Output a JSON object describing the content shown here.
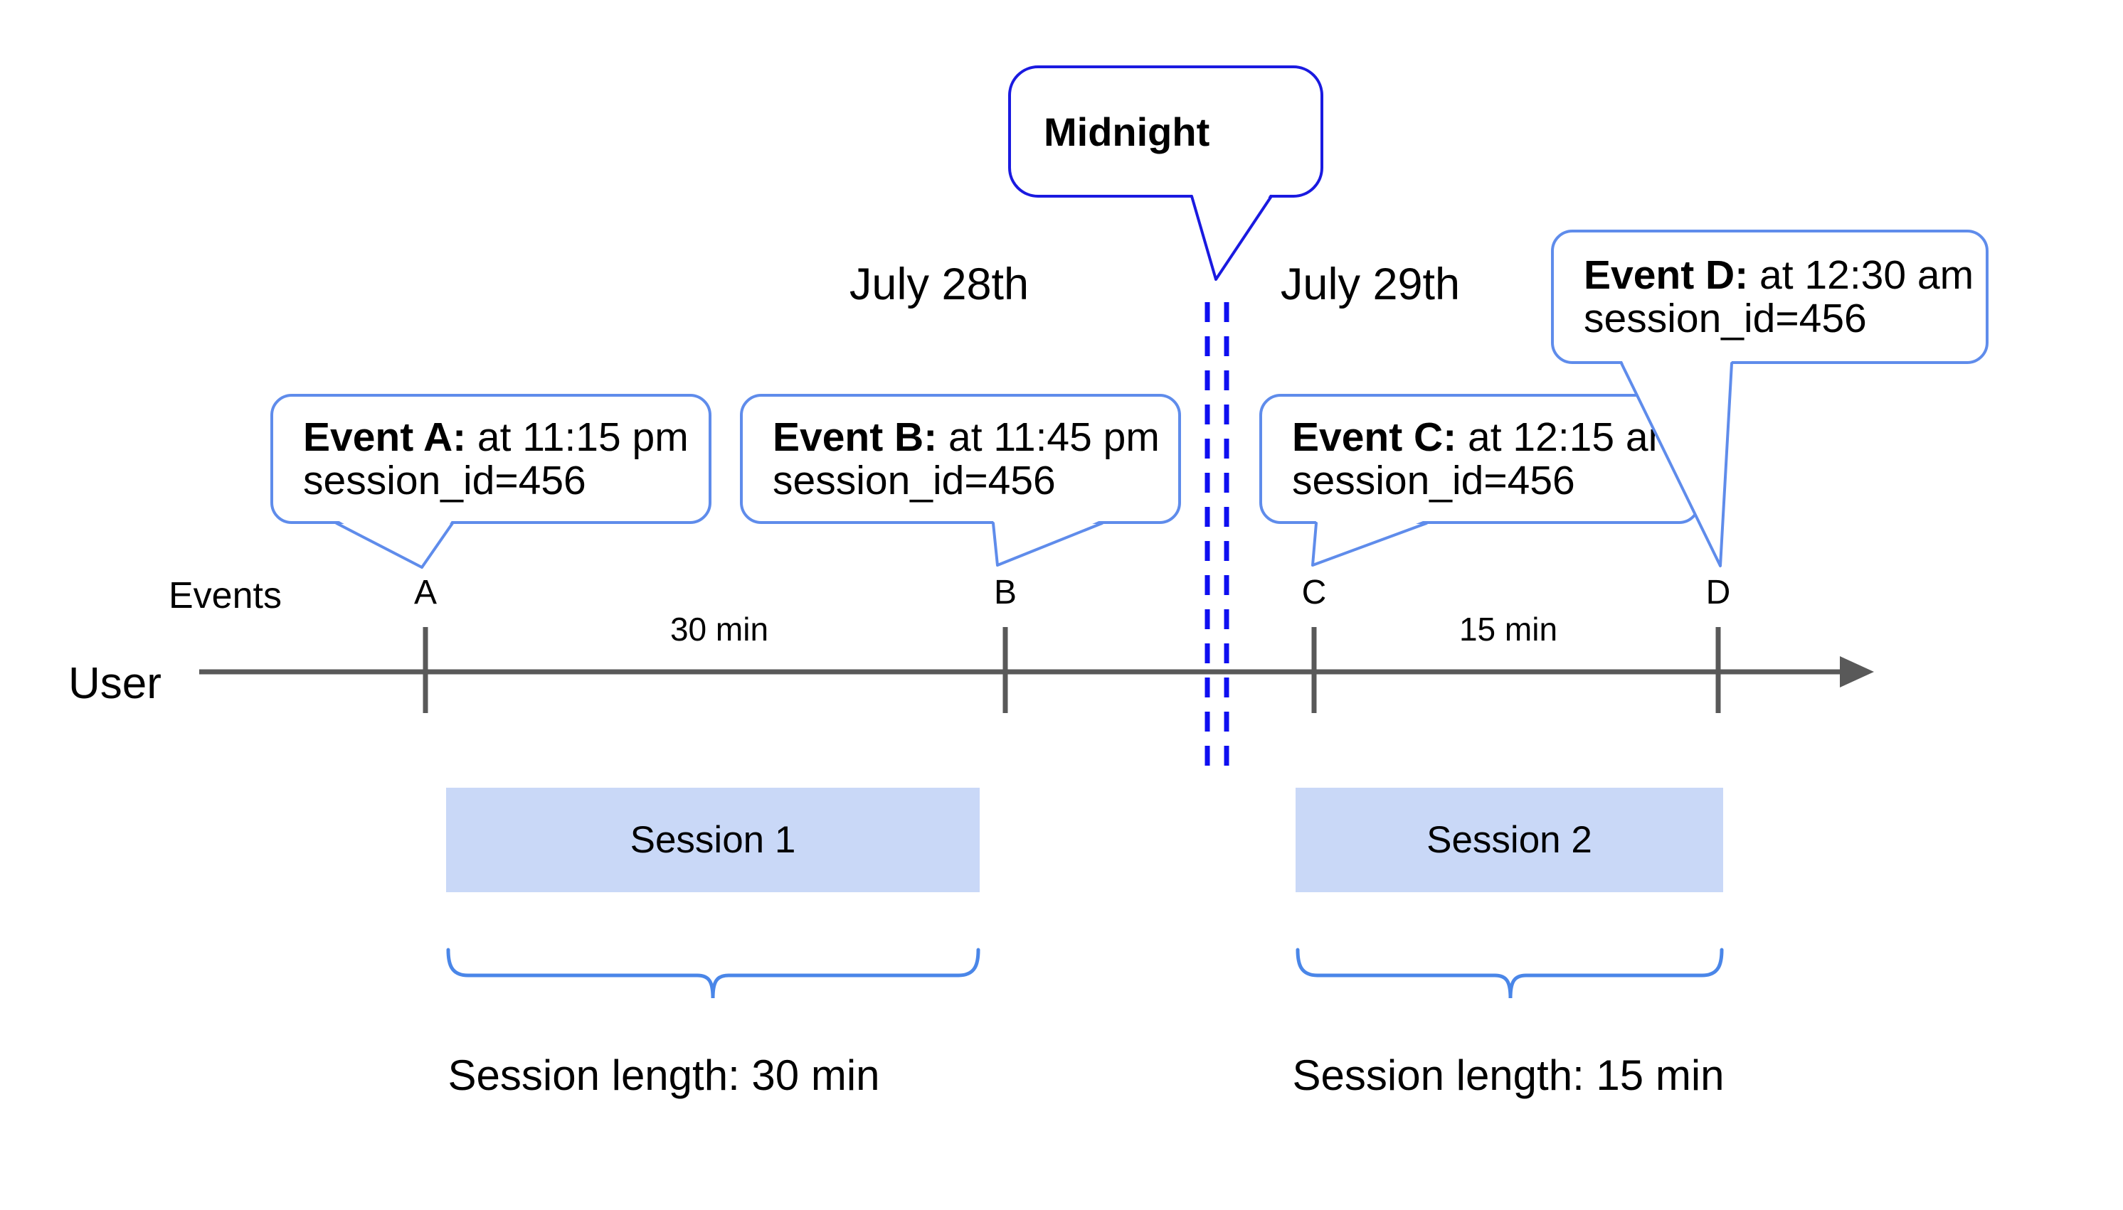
{
  "midnight": {
    "label": "Midnight"
  },
  "dates": {
    "left": "July 28th",
    "right": "July 29th"
  },
  "axis": {
    "events_label": "Events",
    "user_label": "User"
  },
  "event_callouts": [
    {
      "letter": "A",
      "bold": "Event A:",
      "time": " at 11:15 pm",
      "session": "session_id=456"
    },
    {
      "letter": "B",
      "bold": "Event B:",
      "time": " at 11:45 pm",
      "session": "session_id=456"
    },
    {
      "letter": "C",
      "bold": "Event C:",
      "time": " at 12:15 am",
      "session": "session_id=456"
    },
    {
      "letter": "D",
      "bold": "Event D:",
      "time": " at 12:30 am",
      "session": "session_id=456"
    }
  ],
  "intervals": [
    {
      "label": "30 min"
    },
    {
      "label": "15 min"
    }
  ],
  "sessions": [
    {
      "label": "Session 1",
      "length": "Session length: 30 min"
    },
    {
      "label": "Session 2",
      "length": "Session length: 15 min"
    }
  ],
  "colors": {
    "callout_border": "#5f8ceb",
    "midnight_border": "#1a1ae0",
    "dashed_line": "#0f0ff0",
    "brace": "#4a86e8",
    "axis_gray": "#595959",
    "session_fill": "#c9d8f7",
    "text": "#000000",
    "background": "#ffffff"
  }
}
